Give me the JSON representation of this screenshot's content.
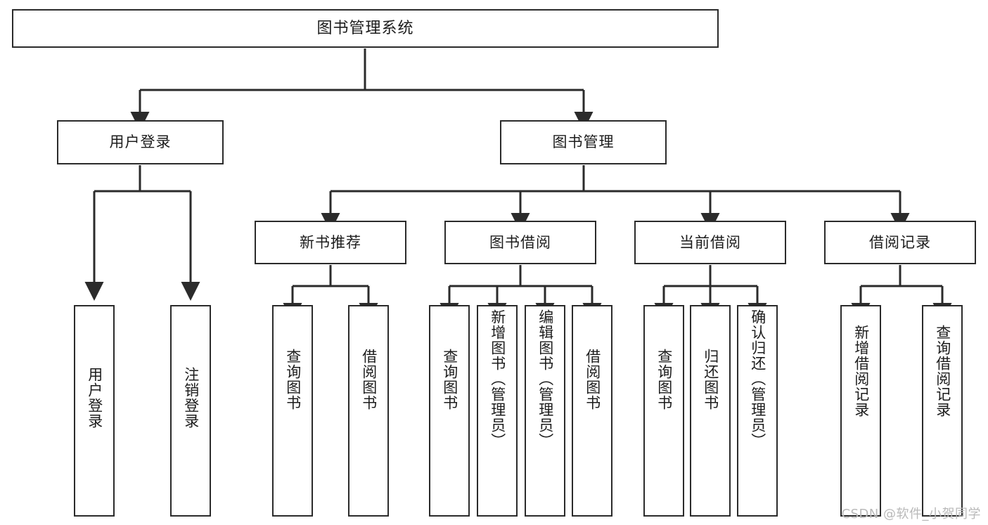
{
  "diagram": {
    "title": "图书管理系统",
    "type": "tree-hierarchy",
    "root": {
      "label": "图书管理系统"
    },
    "level2": [
      {
        "label": "用户登录"
      },
      {
        "label": "图书管理"
      }
    ],
    "level3": [
      {
        "label": "新书推荐"
      },
      {
        "label": "图书借阅"
      },
      {
        "label": "当前借阅"
      },
      {
        "label": "借阅记录"
      }
    ],
    "leaves": {
      "user_login": [
        {
          "label": "用户登录"
        },
        {
          "label": "注销登录"
        }
      ],
      "new_book_recommend": [
        {
          "label": "查询图书"
        },
        {
          "label": "借阅图书"
        }
      ],
      "book_borrow": [
        {
          "label": "查询图书"
        },
        {
          "label": "新增图书（管理员）"
        },
        {
          "label": "编辑图书（管理员）"
        },
        {
          "label": "借阅图书"
        }
      ],
      "current_borrow": [
        {
          "label": "查询图书"
        },
        {
          "label": "归还图书"
        },
        {
          "label": "确认归还（管理员）"
        }
      ],
      "borrow_record": [
        {
          "label": "新增借阅记录"
        },
        {
          "label": "查询借阅记录"
        }
      ]
    }
  },
  "watermark": {
    "text": "CSDN @软件_小贺同学"
  },
  "colors": {
    "stroke": "#2b2b2b",
    "background": "#ffffff",
    "text": "#1c1c1c",
    "watermark": "#b9b9b9"
  }
}
